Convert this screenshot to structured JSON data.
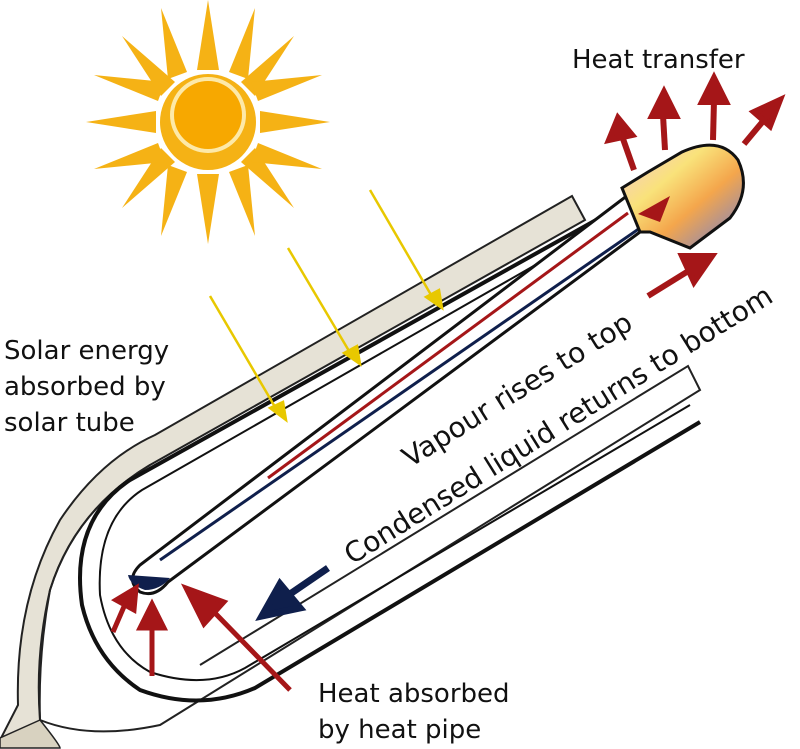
{
  "labels": {
    "heat_transfer": "Heat transfer",
    "solar_energy": "Solar energy\nabsorbed by\nsolar tube",
    "vapour": "Vapour rises to top",
    "condensed": "Condensed liquid returns to bottom",
    "heat_absorbed": "Heat absorbed\nby heat pipe"
  },
  "icons": {
    "sun": "sun-icon"
  },
  "colors": {
    "sun": "#f5b215",
    "sun_core": "#f7a800",
    "sun_ring": "#fde9a8",
    "sunray_arrow": "#e8c800",
    "heat_arrow": "#a51618",
    "liquid_arrow": "#0f1f4c",
    "tube_outline": "#1a1a1a",
    "tube_fill": "#e8e5dc"
  }
}
